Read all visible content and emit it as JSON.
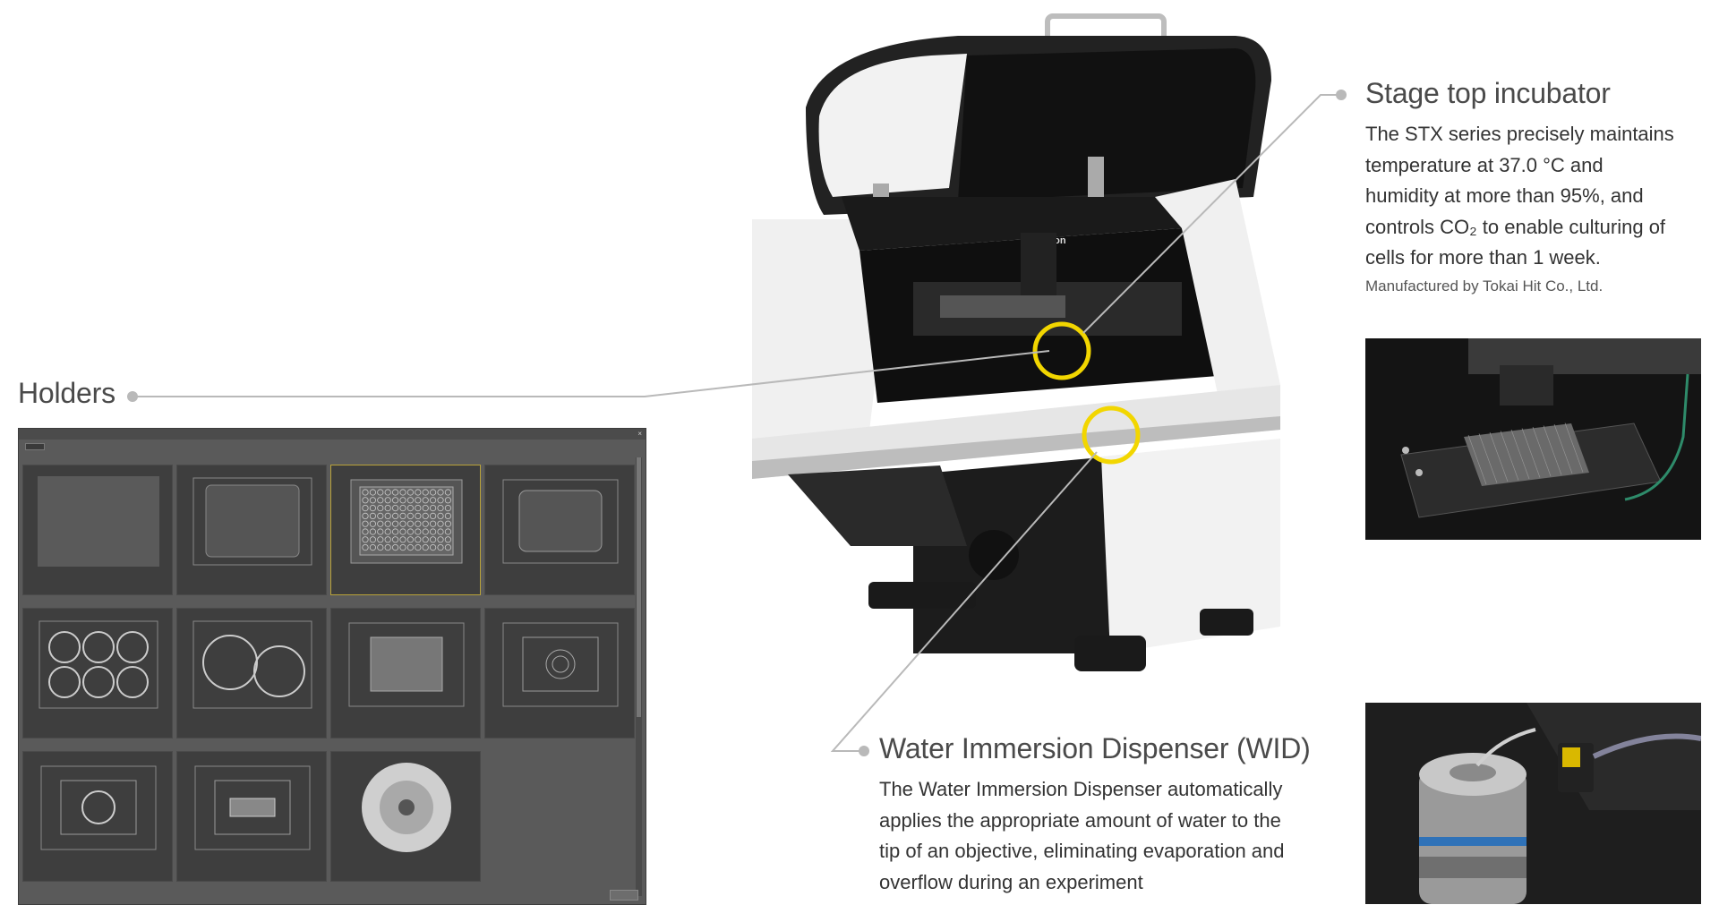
{
  "holders": {
    "label": "Holders"
  },
  "incubator": {
    "title": "Stage top incubator",
    "body_lines": [
      "The STX series precisely maintains",
      "temperature at 37.0 °C and",
      "humidity at more than 95%, and",
      "controls CO₂ to enable culturing of",
      "cells for more than 1 week."
    ],
    "note": "Manufactured by Tokai Hit Co., Ltd."
  },
  "wid": {
    "title": "Water Immersion Dispenser (WID)",
    "body_lines": [
      "The Water Immersion Dispenser automatically",
      "applies the appropriate amount of water to the",
      "tip of an objective, eliminating evaporation and",
      "overflow during an experiment"
    ]
  },
  "microscope": {
    "brand": "Nikon"
  },
  "colors": {
    "highlight_ring": "#f2d600",
    "leader_line": "#b9b9b9",
    "dialog_bg": "#5a5a5a"
  }
}
